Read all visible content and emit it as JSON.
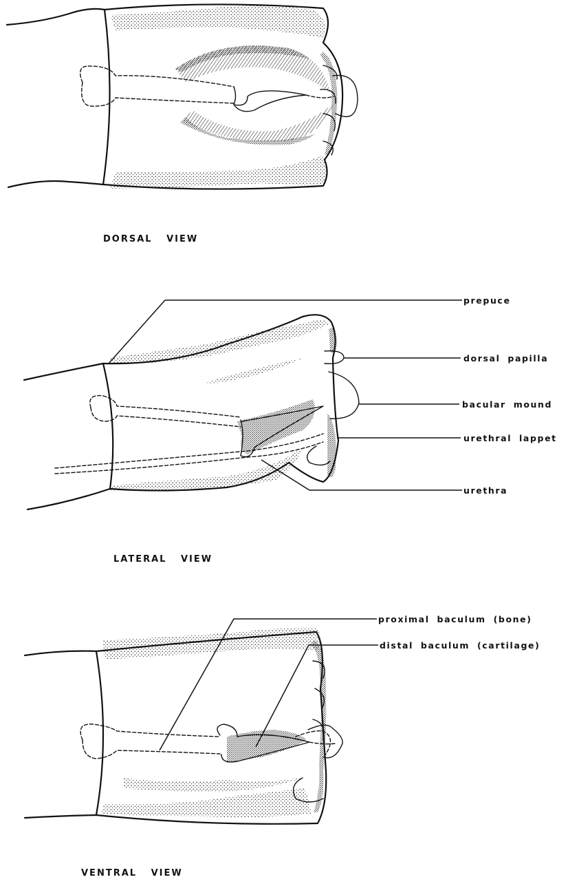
{
  "captions": {
    "dorsal": "DORSAL  VIEW",
    "lateral": "LATERAL  VIEW",
    "ventral": "VENTRAL  VIEW"
  },
  "labels": {
    "prepuce": "prepuce",
    "dorsal_papilla": "dorsal papilla",
    "bacular_mound": "bacular mound",
    "urethral_lappet": "urethral lappet",
    "urethra": "urethra",
    "proximal_baculum": "proximal baculum (bone)",
    "distal_baculum": "distal baculum (cartilage)"
  }
}
